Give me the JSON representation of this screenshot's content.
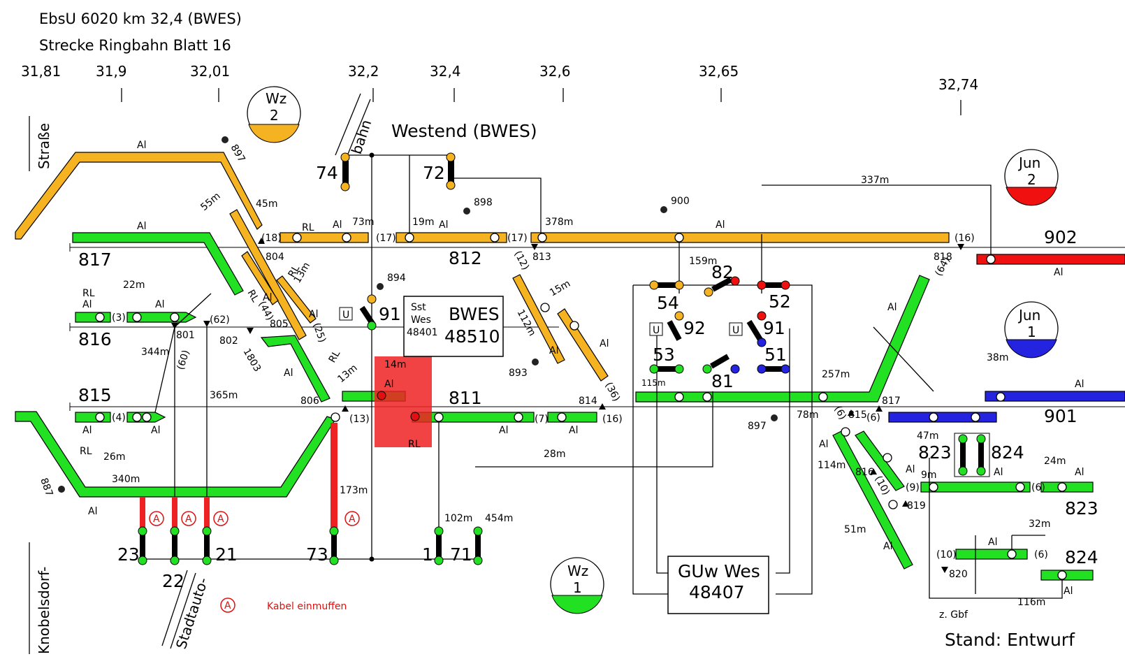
{
  "header": {
    "line1": "EbsU 6020 km 32,4 (BWES)",
    "line2": "Strecke Ringbahn Blatt 16"
  },
  "km_marks": [
    "31,81",
    "31,9",
    "32,01",
    "32,2",
    "32,4",
    "32,6",
    "32,65",
    "32,74"
  ],
  "station": "Westend (BWES)",
  "left_labels": {
    "top": "Straße",
    "bottom": "Knobelsdorf-",
    "bottom2": "Stadtauto-",
    "diag": "bahn"
  },
  "track_numbers": [
    "817",
    "816",
    "815",
    "812",
    "811",
    "902",
    "901",
    "823",
    "824"
  ],
  "switch_numbers": [
    "804",
    "805",
    "806",
    "801",
    "802",
    "813",
    "814",
    "818",
    "817",
    "815",
    "816",
    "819",
    "820"
  ],
  "signals": [
    "74",
    "72",
    "91",
    "54",
    "52",
    "82",
    "92",
    "91",
    "53",
    "51",
    "81",
    "23",
    "22",
    "21",
    "73",
    "1",
    "71",
    "823",
    "824"
  ],
  "paren_labels": [
    "(18)",
    "(17)",
    "(17)",
    "(16)",
    "(62)",
    "(44)",
    "(25)",
    "(60)",
    "(13)",
    "(7)",
    "(16)",
    "(12)",
    "(36)",
    "(64)",
    "(6)",
    "(6)",
    "(9)",
    "(6)",
    "(10)",
    "(10)",
    "(6)",
    "(3)",
    "(4)"
  ],
  "distances": [
    "55m",
    "45m",
    "73m",
    "19m",
    "378m",
    "337m",
    "159m",
    "22m",
    "13m",
    "15m",
    "112m",
    "344m",
    "365m",
    "1803",
    "13m",
    "14m",
    "257m",
    "38m",
    "115m",
    "78m",
    "47m",
    "9m",
    "24m",
    "114m",
    "51m",
    "32m",
    "116m",
    "26m",
    "340m",
    "173m",
    "102m",
    "454m",
    "28m"
  ],
  "small_labels": {
    "al": "Al",
    "rl": "RL",
    "u": "U",
    "gbf": "z. Gbf"
  },
  "markers": [
    "897",
    "898",
    "900",
    "894",
    "893",
    "897",
    "887"
  ],
  "sst_box": {
    "sst": "Sst",
    "wes": "Wes",
    "num_small": "48401",
    "code": "BWES",
    "num": "48510"
  },
  "guw_box": {
    "line1": "GUw Wes",
    "line2": "48407"
  },
  "gauges": [
    {
      "label": "Wz",
      "num": "2",
      "color": "#f5b321"
    },
    {
      "label": "Jun",
      "num": "2",
      "color": "#f01010"
    },
    {
      "label": "Jun",
      "num": "1",
      "color": "#2323e0"
    },
    {
      "label": "Wz",
      "num": "1",
      "color": "#22e022"
    }
  ],
  "legend": {
    "symbol": "A",
    "text": "Kabel einmuffen"
  },
  "status": "Stand: Entwurf",
  "colors": {
    "yellow": "#f5b321",
    "green": "#22e022",
    "red": "#f01010",
    "blue": "#2323e0"
  }
}
